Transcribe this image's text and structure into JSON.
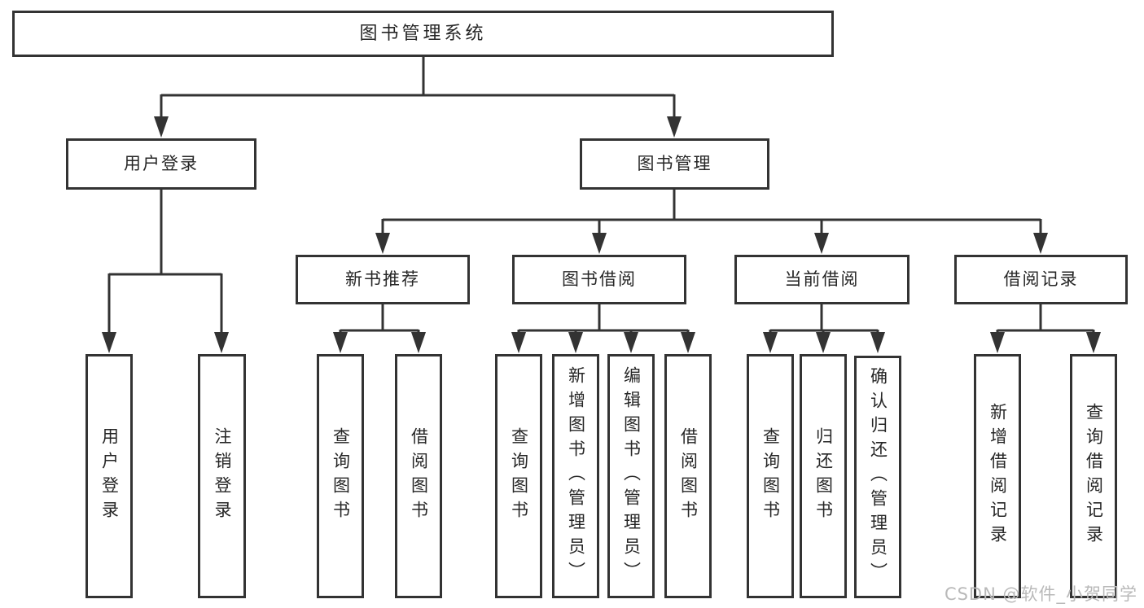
{
  "colors": {
    "line": "#333333",
    "box_border": "#333333",
    "box_fill": "#ffffff",
    "text": "#262626",
    "watermark": "#b9b9b9"
  },
  "watermark": "CSDN @软件_小贺同学",
  "tree": {
    "root": {
      "label": "图书管理系统"
    },
    "branches": [
      {
        "label": "用户登录",
        "children": [
          {
            "label": "用户登录"
          },
          {
            "label": "注销登录"
          }
        ]
      },
      {
        "label": "图书管理",
        "children": [
          {
            "label": "新书推荐",
            "children": [
              {
                "label": "查询图书"
              },
              {
                "label": "借阅图书"
              }
            ]
          },
          {
            "label": "图书借阅",
            "children": [
              {
                "label": "查询图书"
              },
              {
                "label": "新增图书（管理员）"
              },
              {
                "label": "编辑图书（管理员）"
              },
              {
                "label": "借阅图书"
              }
            ]
          },
          {
            "label": "当前借阅",
            "children": [
              {
                "label": "查询图书"
              },
              {
                "label": "归还图书"
              },
              {
                "label": "确认归还（管理员）"
              }
            ]
          },
          {
            "label": "借阅记录",
            "children": [
              {
                "label": "新增借阅记录"
              },
              {
                "label": "查询借阅记录"
              }
            ]
          }
        ]
      }
    ]
  }
}
